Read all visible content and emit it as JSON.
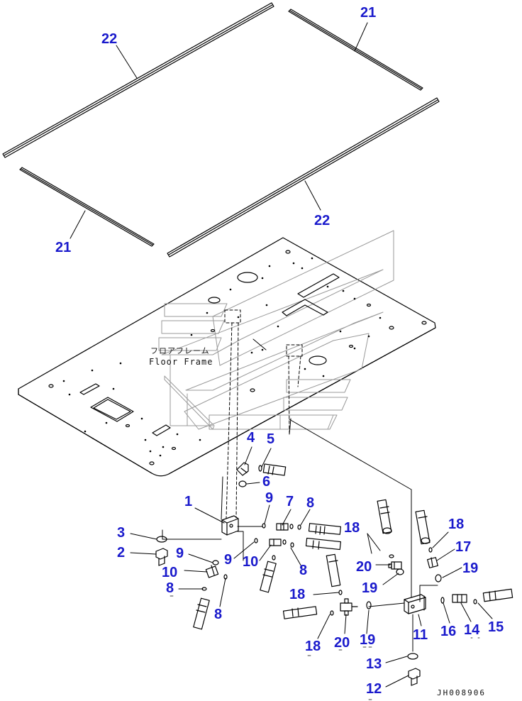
{
  "diagram": {
    "frame_label_jp": "フロアフレーム",
    "frame_label_en": "Floor Frame",
    "drawing_code": "JH008906",
    "line_color": "#000000",
    "callout_color": "#1a1acc",
    "callouts": [
      {
        "id": "22a",
        "text": "22"
      },
      {
        "id": "21a",
        "text": "21"
      },
      {
        "id": "21b",
        "text": "21"
      },
      {
        "id": "22b",
        "text": "22"
      },
      {
        "id": "4",
        "text": "4"
      },
      {
        "id": "5",
        "text": "5"
      },
      {
        "id": "6",
        "text": "6"
      },
      {
        "id": "1",
        "text": "1"
      },
      {
        "id": "9a",
        "text": "9"
      },
      {
        "id": "7",
        "text": "7"
      },
      {
        "id": "8a",
        "text": "8"
      },
      {
        "id": "18a",
        "text": "18"
      },
      {
        "id": "18b",
        "text": "18"
      },
      {
        "id": "3",
        "text": "3"
      },
      {
        "id": "17",
        "text": "17"
      },
      {
        "id": "2",
        "text": "2"
      },
      {
        "id": "9b",
        "text": "9"
      },
      {
        "id": "9c",
        "text": "9"
      },
      {
        "id": "10a",
        "text": "10"
      },
      {
        "id": "8b",
        "text": "8"
      },
      {
        "id": "20a",
        "text": "20"
      },
      {
        "id": "19a",
        "text": "19"
      },
      {
        "id": "10b",
        "text": "10"
      },
      {
        "id": "19b",
        "text": "19"
      },
      {
        "id": "8c",
        "text": "8"
      },
      {
        "id": "18c",
        "text": "18"
      },
      {
        "id": "8d",
        "text": "8"
      },
      {
        "id": "16",
        "text": "16"
      },
      {
        "id": "14",
        "text": "14"
      },
      {
        "id": "15",
        "text": "15"
      },
      {
        "id": "11",
        "text": "11"
      },
      {
        "id": "20b",
        "text": "20"
      },
      {
        "id": "19c",
        "text": "19"
      },
      {
        "id": "18d",
        "text": "18"
      },
      {
        "id": "13",
        "text": "13"
      },
      {
        "id": "12",
        "text": "12"
      }
    ]
  }
}
